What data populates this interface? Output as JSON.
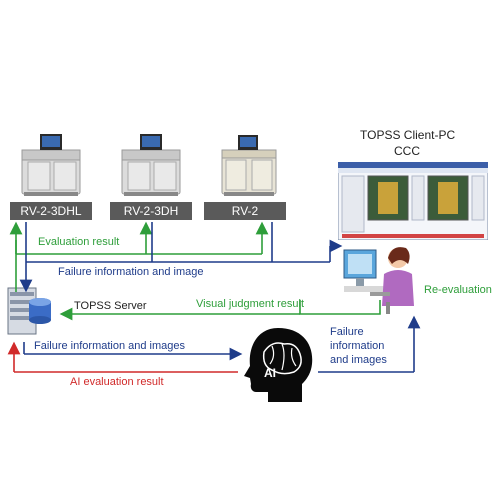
{
  "machines": [
    {
      "label": "RV-2-3DHL"
    },
    {
      "label": "RV-2-3DH"
    },
    {
      "label": "RV-2"
    }
  ],
  "client": {
    "title_line1": "TOPSS Client-PC",
    "title_line2": "CCC"
  },
  "server": {
    "label": "TOPSS Server"
  },
  "ai": {
    "label": "AI"
  },
  "flows": {
    "evaluation_result": "Evaluation result",
    "failure_info_image": "Failure information and image",
    "visual_judgment_result": "Visual judgment result",
    "re_evaluation": "Re-evaluation",
    "failure_info_images": "Failure information and images",
    "failure_line1": "Failure",
    "failure_line2": "information",
    "failure_line3": "and images",
    "ai_evaluation_result": "AI evaluation result"
  },
  "colors": {
    "green": "#2e9e3a",
    "blue": "#1f3c8a",
    "red": "#d12a2a",
    "label_bg": "#5a5a5a"
  }
}
